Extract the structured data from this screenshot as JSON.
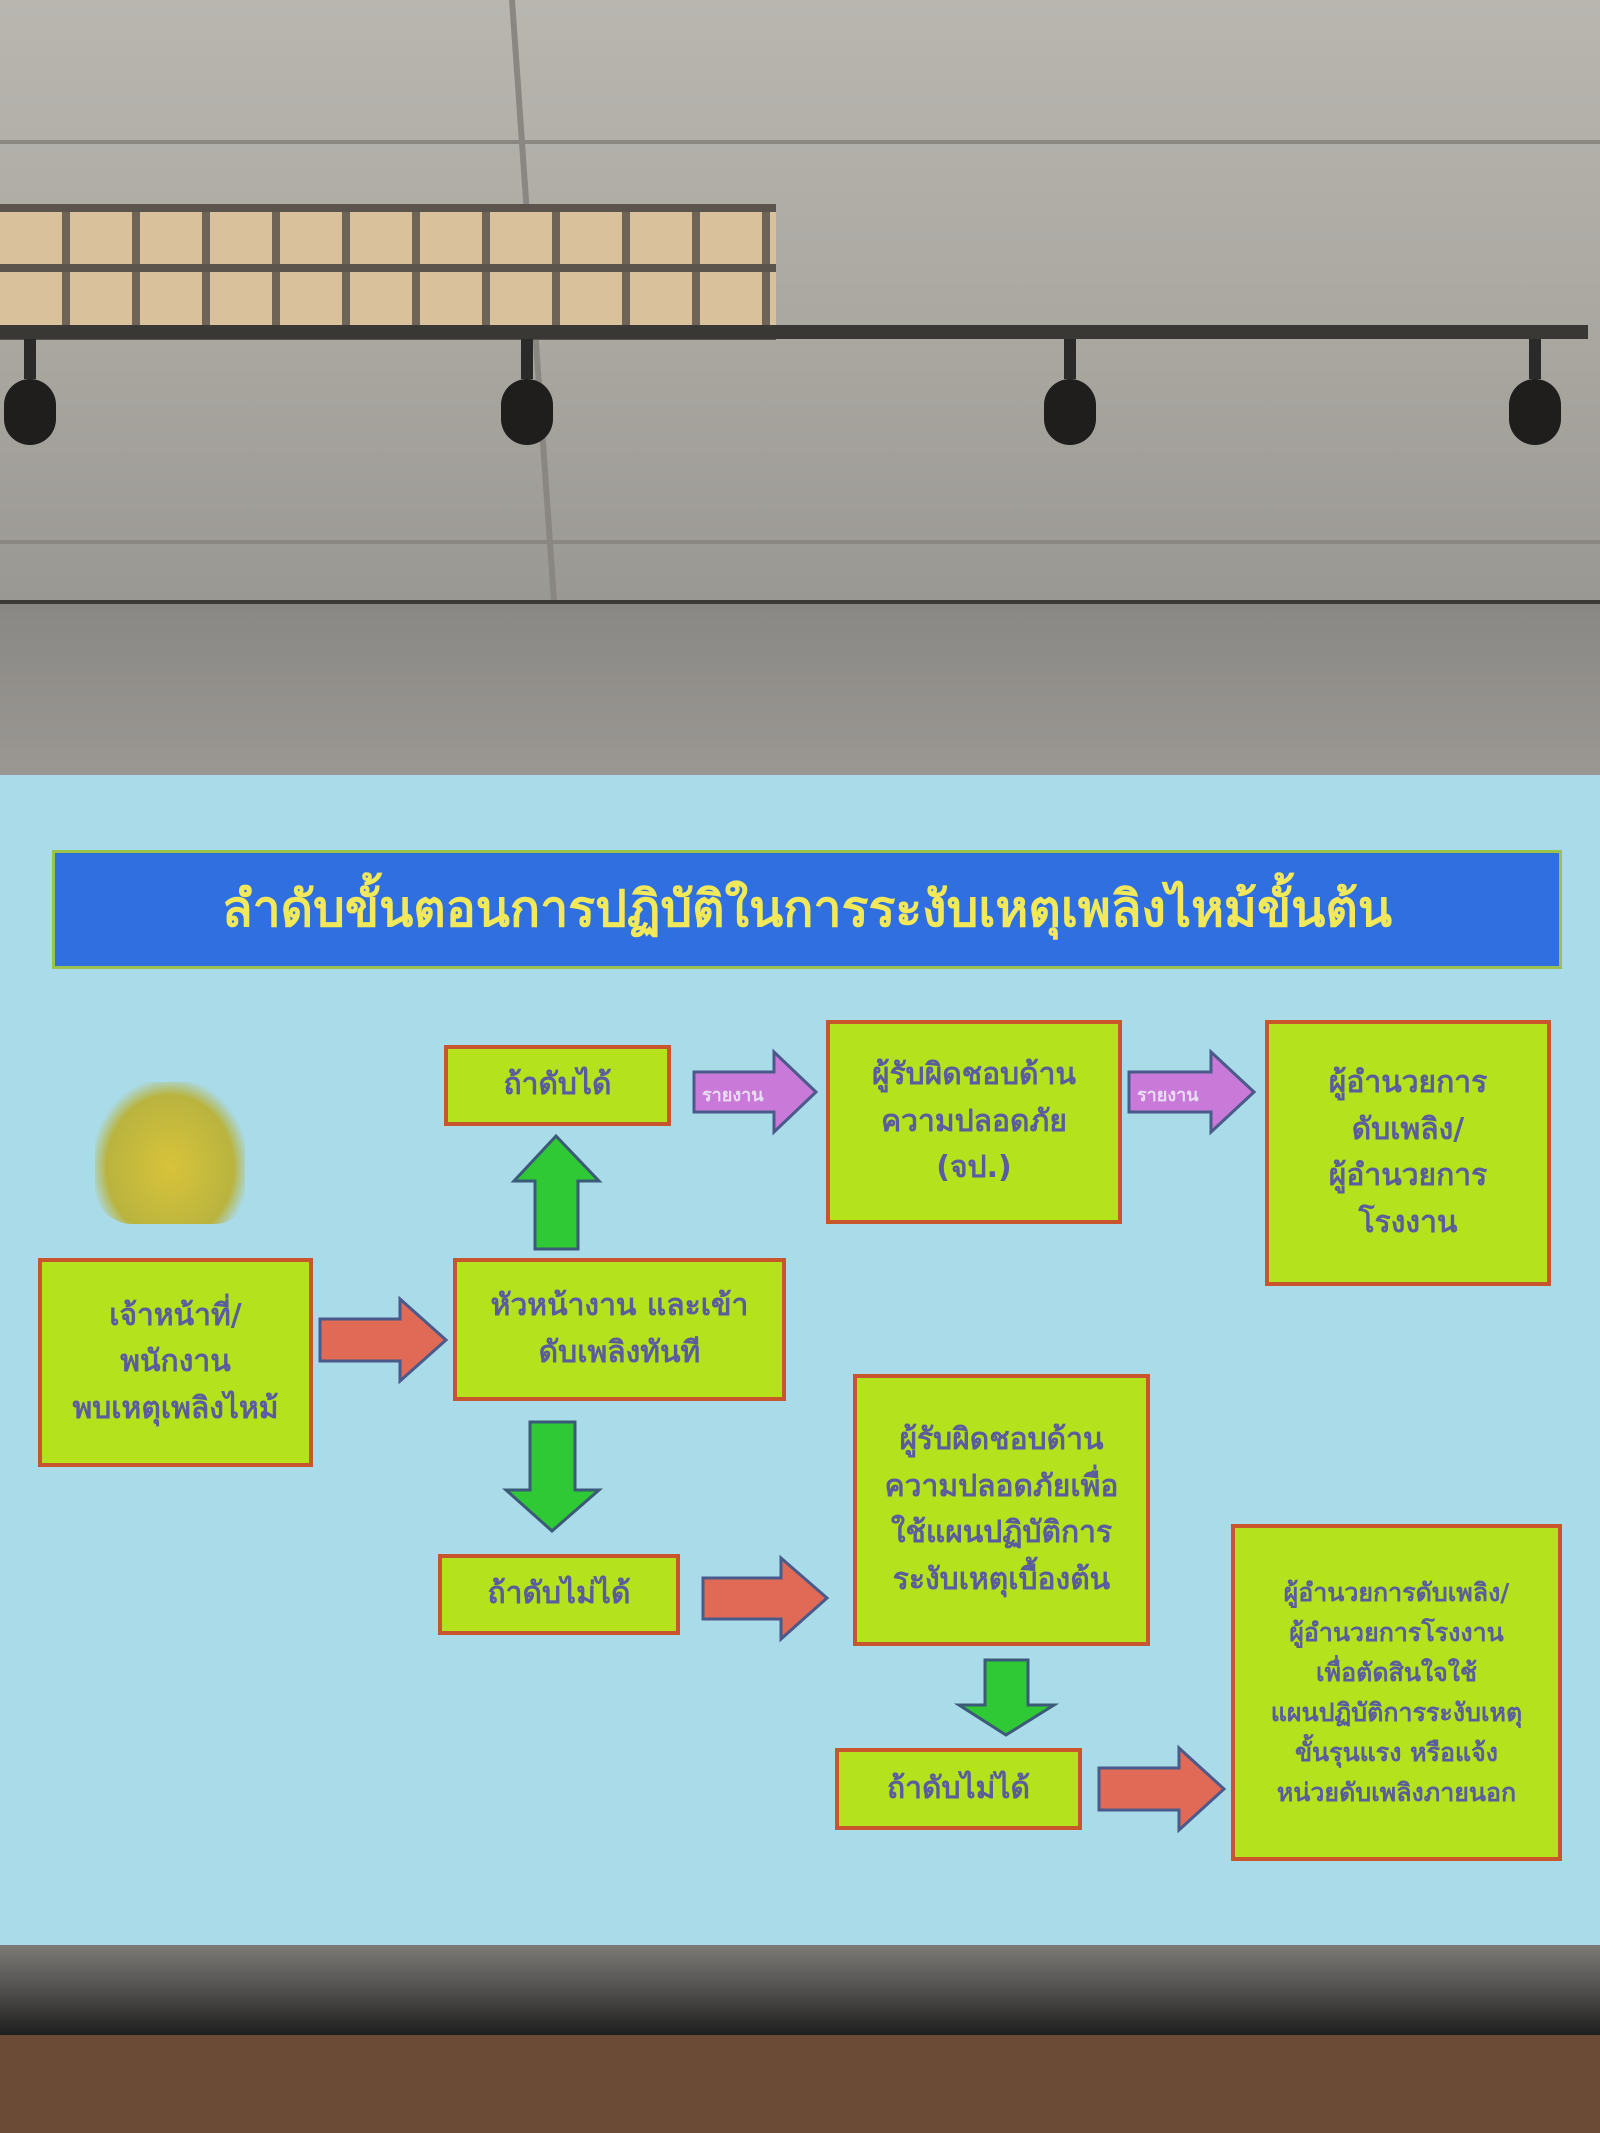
{
  "slide": {
    "title": "ลำดับขั้นตอนการปฏิบัติในการระงับเหตุเพลิงไหม้ขั้นต้น",
    "colors": {
      "title_bg": "#2f6fe0",
      "title_text": "#f1e85a",
      "box_fill": "#b4e21c",
      "box_border": "#c8552b",
      "box_text": "#5a5c9e",
      "screen_bg": "#a9dbe9",
      "arrow_green": "#2ec934",
      "arrow_red": "#e06a55",
      "arrow_purple": "#c97ad8"
    },
    "boxes": {
      "staff_finds_fire": [
        "เจ้าหน้าที่/",
        "พนักงาน",
        "พบเหตุเพลิงไหม้"
      ],
      "supervisor": [
        "หัวหน้างาน และเข้า",
        "ดับเพลิงทันที"
      ],
      "if_extinguished": [
        "ถ้าดับได้"
      ],
      "safety_officer": [
        "ผู้รับผิดชอบด้าน",
        "ความปลอดภัย",
        "(จป.)"
      ],
      "directors": [
        "ผู้อำนวยการ",
        "ดับเพลิง/",
        "ผู้อำนวยการ",
        "โรงงาน"
      ],
      "if_not_extinguished_1": [
        "ถ้าดับไม่ได้"
      ],
      "safety_officer_plan": [
        "ผู้รับผิดชอบด้าน",
        "ความปลอดภัยเพื่อ",
        "ใช้แผนปฏิบัติการ",
        "ระงับเหตุเบื้องต้น"
      ],
      "if_not_extinguished_2": [
        "ถ้าดับไม่ได้"
      ],
      "directors_decide": [
        "ผู้อำนวยการดับเพลิง/",
        "ผู้อำนวยการโรงงาน",
        "เพื่อตัดสินใจใช้",
        "แผนปฏิบัติการระงับเหตุ",
        "ขั้นรุนแรง หรือแจ้ง",
        "หน่วยดับเพลิงภายนอก"
      ]
    },
    "arrow_labels": {
      "report_1": "รายงาน",
      "report_2": "รายงาน"
    }
  }
}
